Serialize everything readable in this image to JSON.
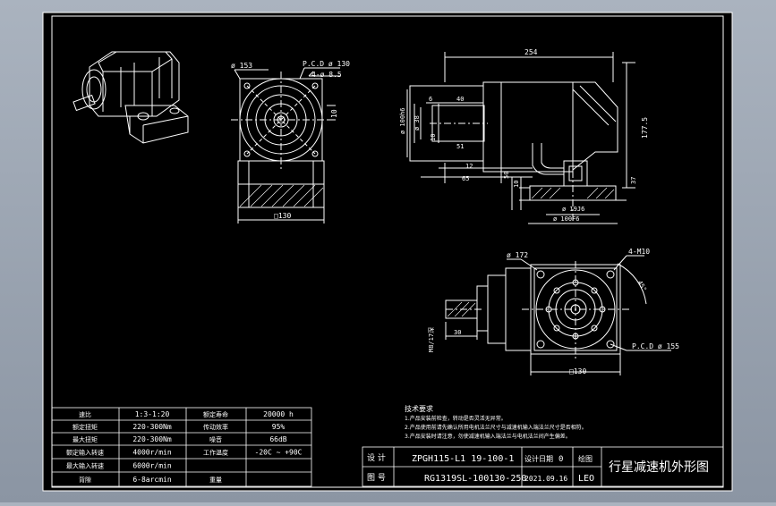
{
  "drawing": {
    "colors": {
      "background": "#000000",
      "line": "#ffffff",
      "hatch": "#ffffff",
      "frame_bg": "#9aa3af"
    },
    "views": {
      "iso_view": {
        "label": ""
      },
      "front_view": {
        "dia_153": "ø 153",
        "pcd_130": "P.C.D ø 130",
        "holes": "4-ø 8.5",
        "dim_10": "10",
        "square_130": "□130"
      },
      "side_view": {
        "len_254": "254",
        "dia_100h6": "ø 100h6",
        "dia_38": "ø 38",
        "d6": "6",
        "d40": "40",
        "d10": "10",
        "d51": "51",
        "d12": "12",
        "d65": "65",
        "d50": "50",
        "d10b": "10",
        "d1775": "177.5",
        "d37": "37",
        "dia_19j6": "ø 19J6",
        "dia_100f6": "ø 100F6"
      },
      "bottom_view": {
        "dia_172": "ø 172",
        "holes_4m10": "4-M10",
        "angle_45": "45°",
        "pcd_155": "P.C.D ø 155",
        "d30": "30",
        "m8": "M8/17深",
        "square_130": "□130"
      }
    },
    "notes": {
      "title": "技术要求",
      "lines": [
        "1.产品安装前检查，转动是否灵活无异常。",
        "2.产品使用前请先确认所用电机法兰尺寸与减速机输入端法兰尺寸是否相符。",
        "3.产品安装时请注意，勿使减速机输入端法兰与电机法兰间产生偏差。"
      ]
    },
    "spec_table": {
      "rows": [
        [
          "速比",
          "1:3-1:20",
          "额定寿命",
          "20000 h"
        ],
        [
          "额定扭矩",
          "220-300Nm",
          "传动效率",
          "95%"
        ],
        [
          "最大扭矩",
          "220-300Nm",
          "噪音",
          "66dB"
        ],
        [
          "额定输入转速",
          "4000r/min",
          "工作温度",
          "-20C ~ +90C"
        ],
        [
          "最大输入转速",
          "6000r/min",
          "",
          ""
        ],
        [
          "背隙",
          "6-8arcmin",
          "重量",
          ""
        ]
      ]
    },
    "title_block": {
      "label_design": "设 计",
      "label_drawing_no": "图 号",
      "model_1": "ZPGH115-L1  19-100-1",
      "model_2": "RG1319SL-100130-250",
      "date_label": "设计日期",
      "date_value": "2021.09.16",
      "seq_value": "0",
      "drawn_label": "绘图",
      "drawn_value": "LEO",
      "title": "行星减速机外形图"
    }
  }
}
